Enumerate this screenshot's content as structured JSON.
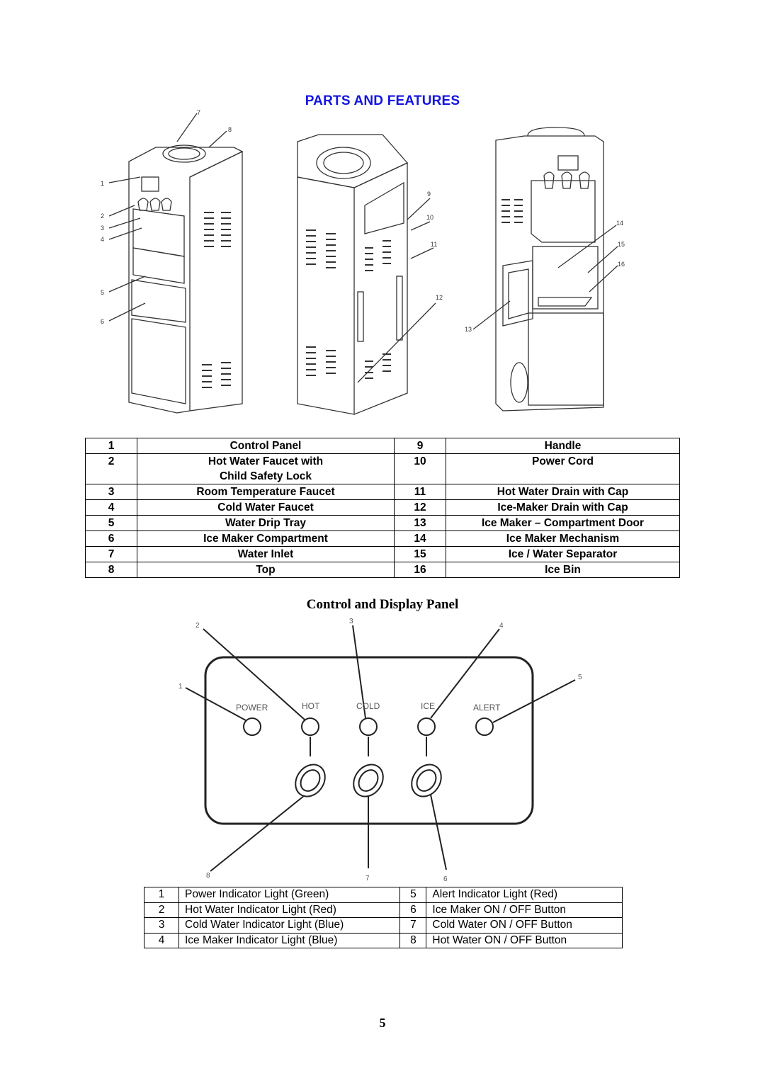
{
  "title": "PARTS AND FEATURES",
  "illustration_callouts": [
    "1",
    "2",
    "3",
    "4",
    "5",
    "6",
    "7",
    "8",
    "9",
    "10",
    "11",
    "12",
    "13",
    "14",
    "15",
    "16"
  ],
  "parts": [
    {
      "n1": "1",
      "l1": "Control Panel",
      "n2": "9",
      "l2": "Handle"
    },
    {
      "n1": "2",
      "l1": "Hot Water Faucet with",
      "n2": "10",
      "l2": "Power Cord"
    },
    {
      "n1": "",
      "l1": "Child Safety Lock",
      "n2": "",
      "l2": ""
    },
    {
      "n1": "3",
      "l1": "Room Temperature Faucet",
      "n2": "11",
      "l2": "Hot Water Drain with Cap"
    },
    {
      "n1": "4",
      "l1": "Cold Water Faucet",
      "n2": "12",
      "l2": "Ice-Maker Drain with Cap"
    },
    {
      "n1": "5",
      "l1": "Water Drip Tray",
      "n2": "13",
      "l2": "Ice Maker – Compartment Door"
    },
    {
      "n1": "6",
      "l1": "Ice Maker Compartment",
      "n2": "14",
      "l2": "Ice Maker Mechanism"
    },
    {
      "n1": "7",
      "l1": "Water Inlet",
      "n2": "15",
      "l2": "Ice / Water Separator"
    },
    {
      "n1": "8",
      "l1": "Top",
      "n2": "16",
      "l2": "Ice Bin"
    }
  ],
  "control_title": "Control and Display Panel",
  "panel_words": {
    "power": "POWER",
    "hot": "HOT",
    "cold": "COLD",
    "ice": "ICE",
    "alert": "ALERT"
  },
  "panel_callouts": [
    "1",
    "2",
    "3",
    "4",
    "5",
    "6",
    "7",
    "8"
  ],
  "controls": [
    {
      "n1": "1",
      "l1": "Power Indicator Light (Green)",
      "n2": "5",
      "l2": "Alert Indicator Light (Red)"
    },
    {
      "n1": "2",
      "l1": "Hot Water Indicator Light (Red)",
      "n2": "6",
      "l2": "Ice Maker ON / OFF Button"
    },
    {
      "n1": "3",
      "l1": "Cold Water Indicator Light (Blue)",
      "n2": "7",
      "l2": "Cold Water ON / OFF Button"
    },
    {
      "n1": "4",
      "l1": "Ice Maker Indicator Light (Blue)",
      "n2": "8",
      "l2": "Hot Water ON / OFF Button"
    }
  ],
  "page_number": "5"
}
